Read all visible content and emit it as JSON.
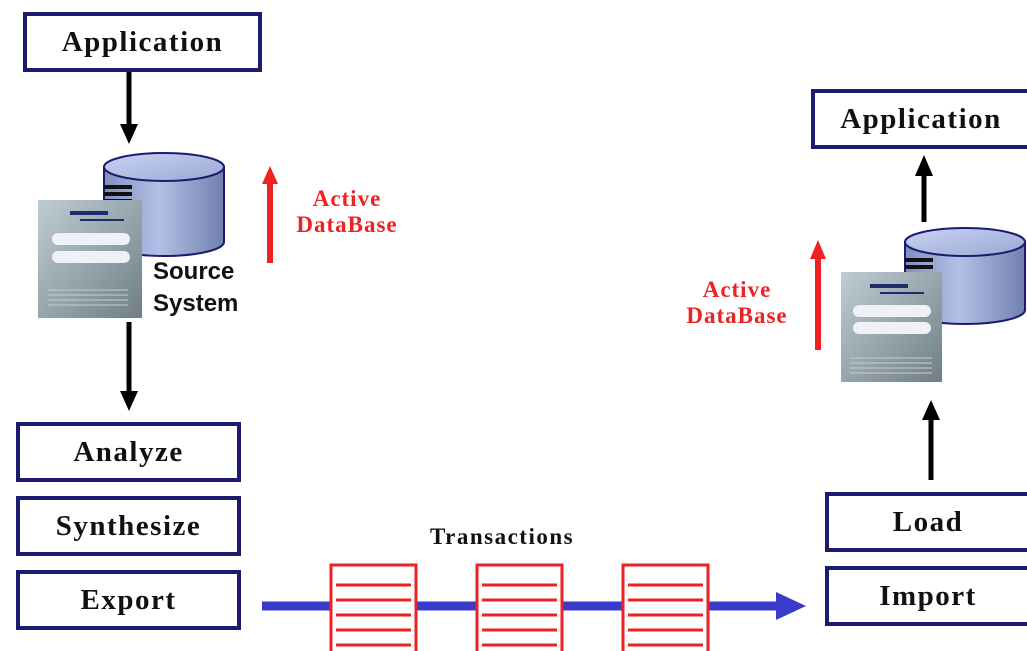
{
  "source": {
    "application_label": "Application",
    "system_label_line1": "Source",
    "system_label_line2": "System",
    "active_db_line1": "Active",
    "active_db_line2": "DataBase",
    "steps": [
      "Analyze",
      "Synthesize",
      "Export"
    ]
  },
  "target": {
    "application_label": "Application",
    "active_db_line1": "Active",
    "active_db_line2": "DataBase",
    "steps": [
      "Load",
      "Import"
    ]
  },
  "transactions_label": "Transactions",
  "colors": {
    "box_border": "#1c1c6e",
    "flow_arrow": "#3a3acc",
    "active_arrow": "#ee2222",
    "transaction_doc": "#ee2222",
    "cylinder_fill": "#9aa8d0",
    "server_fill": "#9aa6ae"
  }
}
